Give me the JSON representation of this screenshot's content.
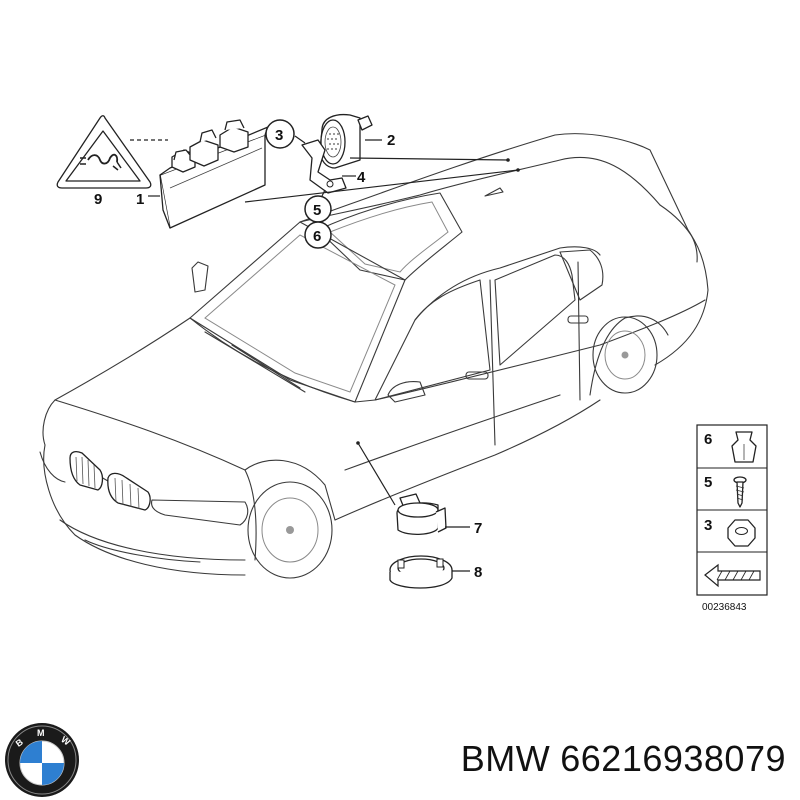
{
  "callouts": [
    {
      "id": "1",
      "label": "1"
    },
    {
      "id": "2",
      "label": "2"
    },
    {
      "id": "3",
      "label": "3"
    },
    {
      "id": "4",
      "label": "4"
    },
    {
      "id": "5",
      "label": "5"
    },
    {
      "id": "6",
      "label": "6"
    },
    {
      "id": "7",
      "label": "7"
    },
    {
      "id": "8",
      "label": "8"
    },
    {
      "id": "9",
      "label": "9"
    }
  ],
  "legend": {
    "items": [
      {
        "label": "6"
      },
      {
        "label": "5"
      },
      {
        "label": "3"
      }
    ],
    "diagram_number": "00236843"
  },
  "footer": {
    "brand": "BMW",
    "part_number": "66216938079",
    "logo_letters": "BMW"
  },
  "colors": {
    "logo_blue": "#2e7fd1",
    "logo_ring": "#1a1a1a",
    "line": "#222222"
  }
}
